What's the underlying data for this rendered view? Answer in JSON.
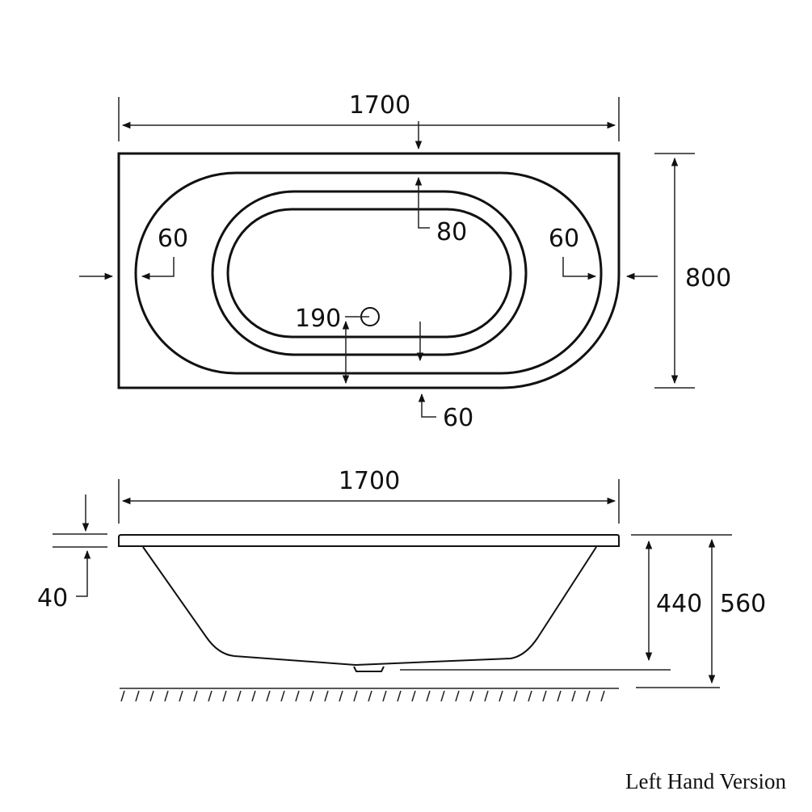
{
  "top_view": {
    "length_label": "1700",
    "width_label": "800",
    "rim_left_label": "60",
    "rim_right_label": "60",
    "rim_top_label": "80",
    "rim_bottom_label": "60",
    "waste_offset_label": "190"
  },
  "side_view": {
    "length_label": "1700",
    "rim_thickness_label": "40",
    "bath_depth_label": "440",
    "total_height_label": "560"
  },
  "caption": "Left Hand Version",
  "colors": {
    "line": "#111111",
    "background": "#ffffff"
  }
}
